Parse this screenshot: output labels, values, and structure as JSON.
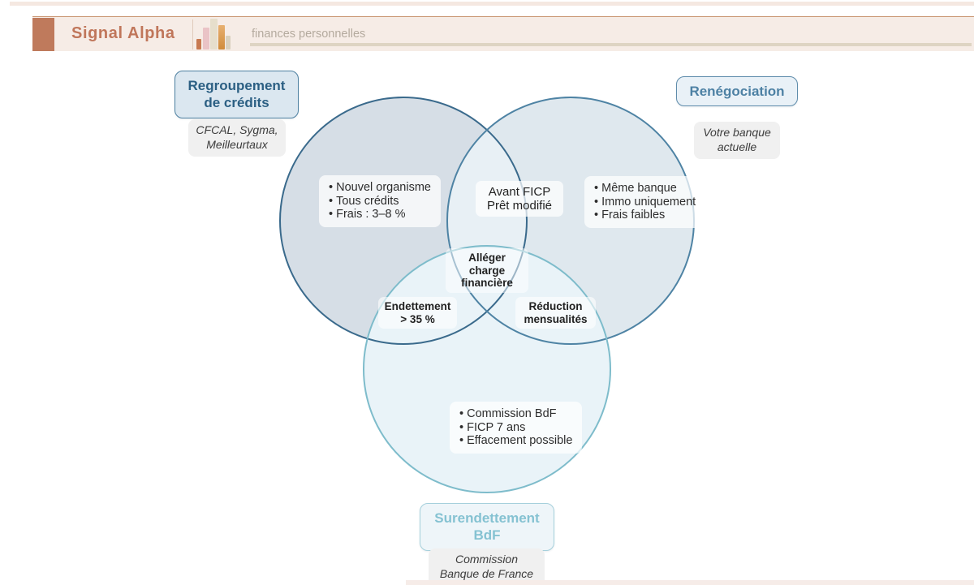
{
  "header": {
    "brand": "Signal Alpha",
    "topic": "finances personnelles"
  },
  "venn": {
    "colors": {
      "accent": "#c0765a",
      "header_band": "#f6ece6",
      "set1_fill": "#d6dee6",
      "set1_stroke": "#3a6a8c",
      "set1_text": "#2b5f83",
      "set2_fill": "#dfe8ee",
      "set2_stroke": "#4e83a4",
      "set2_text": "#4d81a4",
      "set3_fill": "#e9f3f8",
      "set3_stroke": "#7ebccb",
      "set3_text": "#85c2d2",
      "overlap_fill": "#e8f0f5"
    },
    "sets": [
      {
        "title_lines": [
          "Regroupement",
          "de crédits"
        ],
        "subtitle_lines": [
          "CFCAL, Sygma,",
          "Meilleurtaux"
        ],
        "items": [
          "Nouvel organisme",
          "Tous crédits",
          "Frais : 3–8 %"
        ]
      },
      {
        "title_lines": [
          "Renégociation"
        ],
        "subtitle_lines": [
          "Votre banque",
          "actuelle"
        ],
        "items": [
          "Même banque",
          "Immo uniquement",
          "Frais faibles"
        ]
      },
      {
        "title_lines": [
          "Surendettement",
          "BdF"
        ],
        "subtitle_lines": [
          "Commission",
          "Banque de France"
        ],
        "items": [
          "Commission BdF",
          "FICP 7 ans",
          "Effacement possible"
        ]
      }
    ],
    "intersections": {
      "left_right": {
        "lines": [
          "Avant FICP",
          "Prêt modifié"
        ]
      },
      "left_bottom": {
        "lines": [
          "Endettement",
          "> 35 %"
        ]
      },
      "right_bottom": {
        "lines": [
          "Réduction",
          "mensualités"
        ]
      },
      "center": {
        "lines": [
          "Alléger charge",
          "financière"
        ]
      }
    }
  }
}
